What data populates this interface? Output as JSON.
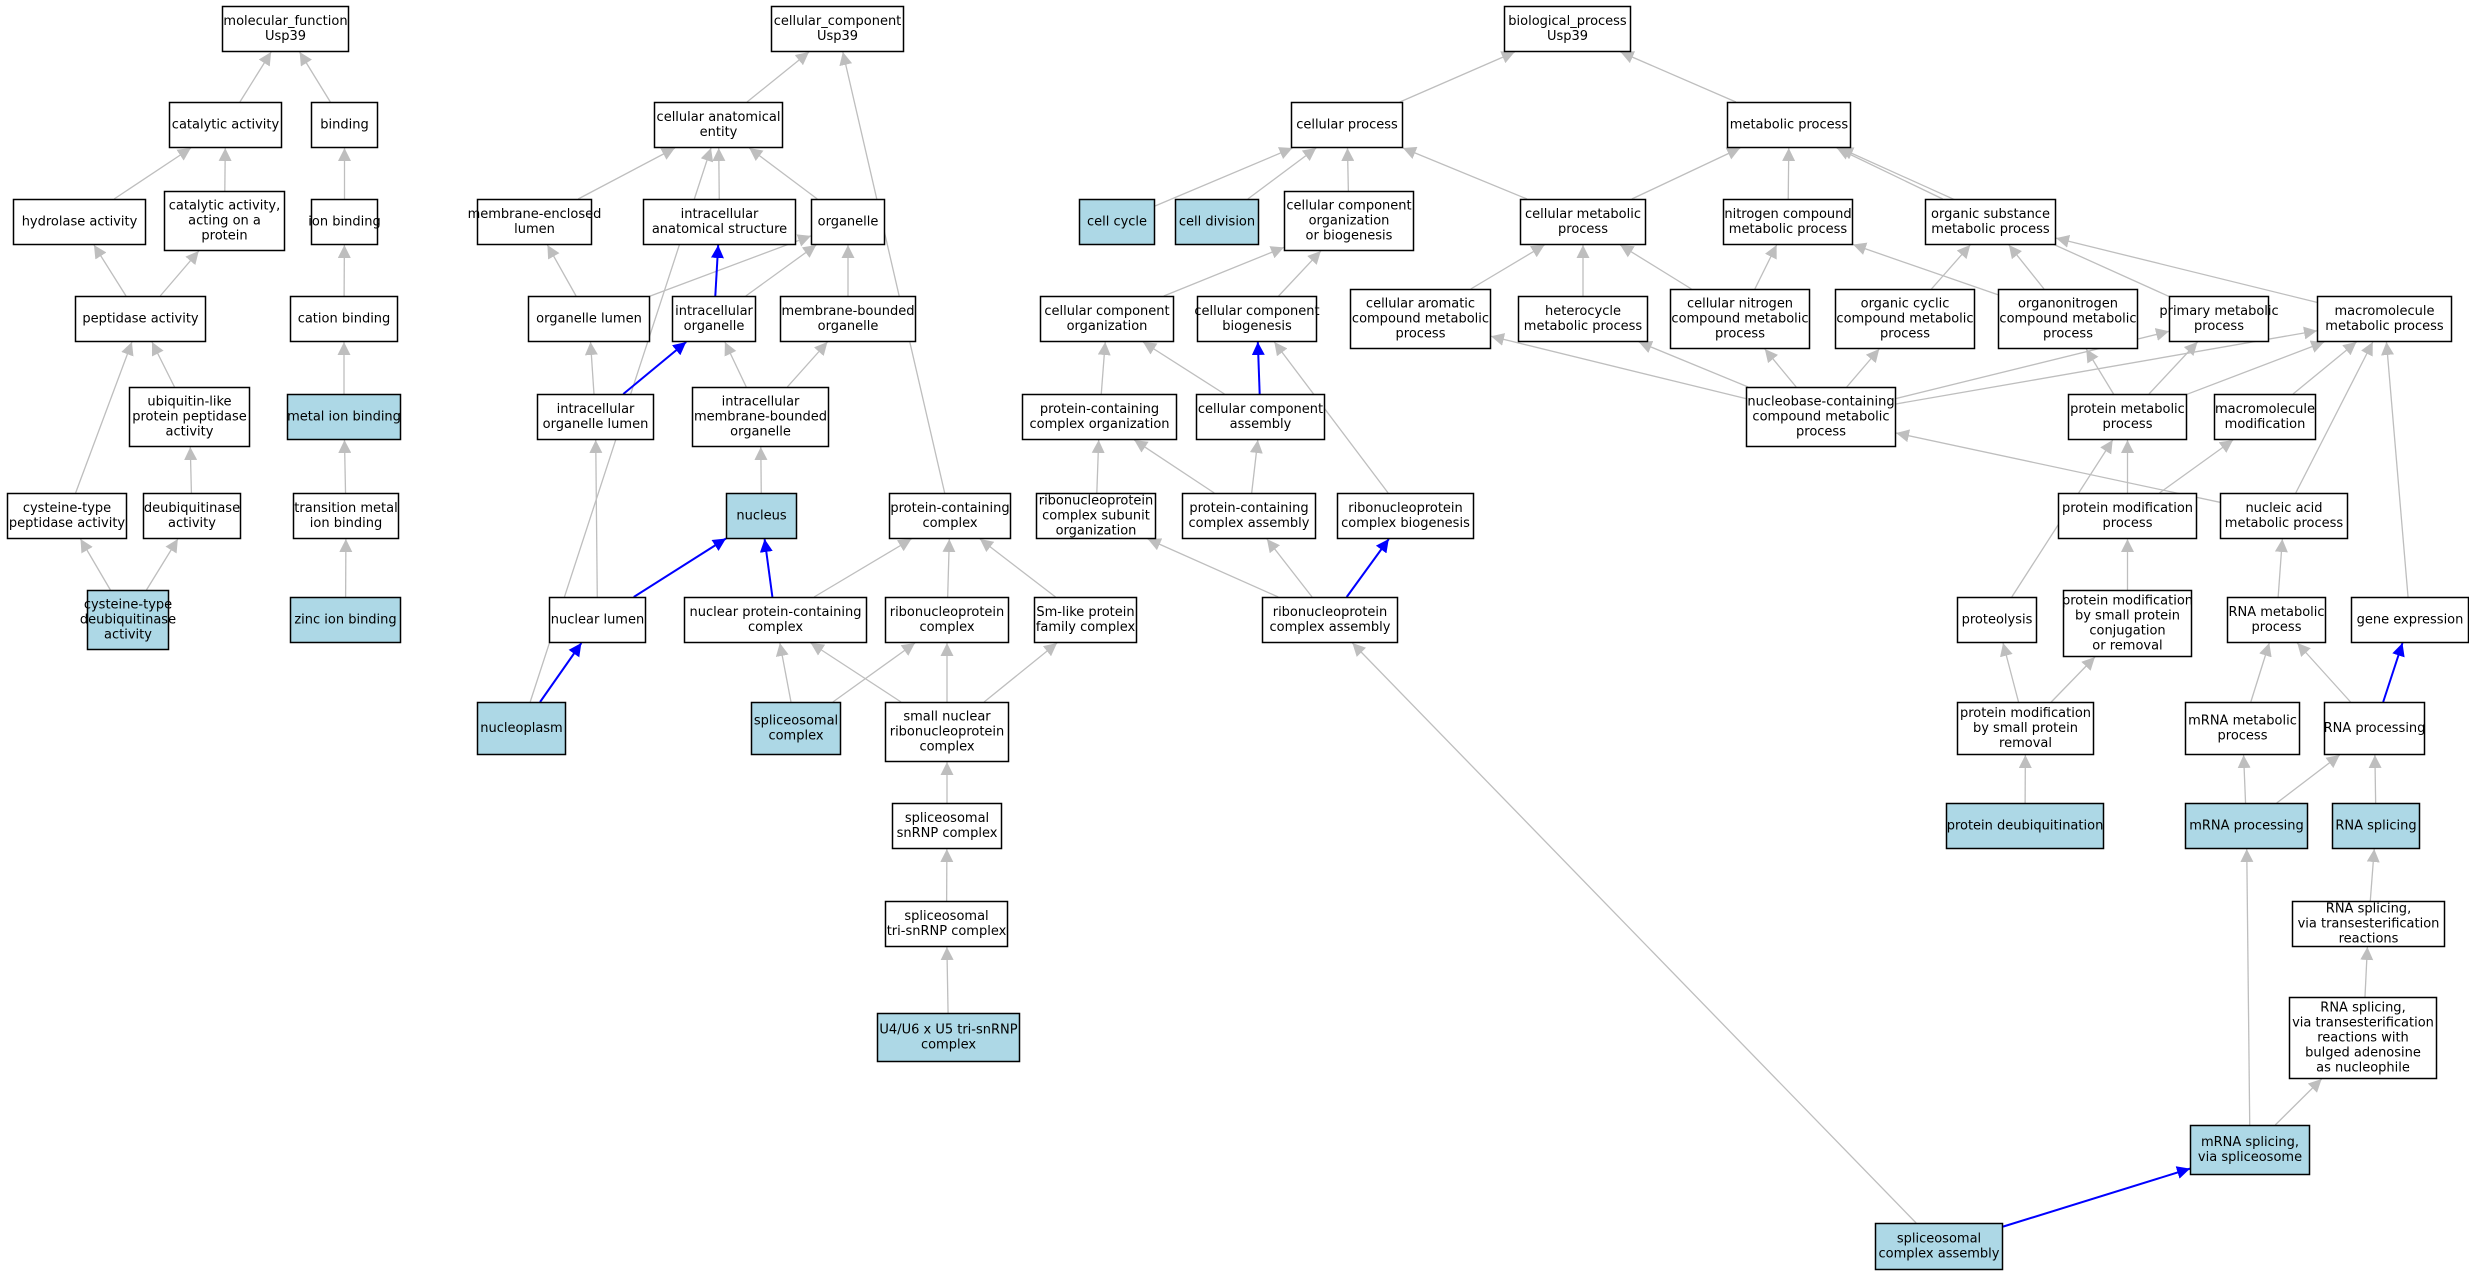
{
  "colors": {
    "highlight": "#add8e6",
    "plain": "#ffffff",
    "edge": "#bebebe",
    "edge_strong": "#0000ff",
    "border": "#000000"
  },
  "nodes": [
    {
      "id": "mf",
      "lines": [
        "molecular_function",
        "Usp39"
      ]
    },
    {
      "id": "cat",
      "lines": [
        "catalytic activity"
      ]
    },
    {
      "id": "bind",
      "lines": [
        "binding"
      ]
    },
    {
      "id": "hydro",
      "lines": [
        "hydrolase activity"
      ]
    },
    {
      "id": "catprot",
      "lines": [
        "catalytic activity,",
        "acting on a",
        "protein"
      ]
    },
    {
      "id": "ionbind",
      "lines": [
        "ion binding"
      ]
    },
    {
      "id": "pept",
      "lines": [
        "peptidase activity"
      ]
    },
    {
      "id": "cation",
      "lines": [
        "cation binding"
      ]
    },
    {
      "id": "ubl",
      "lines": [
        "ubiquitin-like",
        "protein peptidase",
        "activity"
      ]
    },
    {
      "id": "metal",
      "lines": [
        "metal ion binding"
      ],
      "hl": true
    },
    {
      "id": "cyspep",
      "lines": [
        "cysteine-type",
        "peptidase activity"
      ]
    },
    {
      "id": "deub",
      "lines": [
        "deubiquitinase",
        "activity"
      ]
    },
    {
      "id": "transmetal",
      "lines": [
        "transition metal",
        "ion binding"
      ]
    },
    {
      "id": "cysdeub",
      "lines": [
        "cysteine-type",
        "deubiquitinase",
        "activity"
      ],
      "hl": true
    },
    {
      "id": "zinc",
      "lines": [
        "zinc ion binding"
      ],
      "hl": true
    },
    {
      "id": "cc",
      "lines": [
        "cellular_component",
        "Usp39"
      ]
    },
    {
      "id": "cae",
      "lines": [
        "cellular anatomical",
        "entity"
      ]
    },
    {
      "id": "memlumen",
      "lines": [
        "membrane-enclosed",
        "lumen"
      ]
    },
    {
      "id": "intraanat",
      "lines": [
        "intracellular",
        "anatomical structure"
      ]
    },
    {
      "id": "organelle",
      "lines": [
        "organelle"
      ]
    },
    {
      "id": "orglumen",
      "lines": [
        "organelle lumen"
      ]
    },
    {
      "id": "intraorg",
      "lines": [
        "intracellular",
        "organelle"
      ]
    },
    {
      "id": "membound",
      "lines": [
        "membrane-bounded",
        "organelle"
      ]
    },
    {
      "id": "intraorglumen",
      "lines": [
        "intracellular",
        "organelle lumen"
      ]
    },
    {
      "id": "intramembound",
      "lines": [
        "intracellular",
        "membrane-bounded",
        "organelle"
      ]
    },
    {
      "id": "nucleus",
      "lines": [
        "nucleus"
      ],
      "hl": true
    },
    {
      "id": "protcomplex",
      "lines": [
        "protein-containing",
        "complex"
      ]
    },
    {
      "id": "nuclumen",
      "lines": [
        "nuclear lumen"
      ]
    },
    {
      "id": "nucprotcomplex",
      "lines": [
        "nuclear protein-containing",
        "complex"
      ]
    },
    {
      "id": "rnpcomplex",
      "lines": [
        "ribonucleoprotein",
        "complex"
      ]
    },
    {
      "id": "smlike",
      "lines": [
        "Sm-like protein",
        "family complex"
      ]
    },
    {
      "id": "nucleoplasm",
      "lines": [
        "nucleoplasm"
      ],
      "hl": true
    },
    {
      "id": "spliceo",
      "lines": [
        "spliceosomal",
        "complex"
      ],
      "hl": true
    },
    {
      "id": "snrnp",
      "lines": [
        "small nuclear",
        "ribonucleoprotein",
        "complex"
      ]
    },
    {
      "id": "spsnrnp",
      "lines": [
        "spliceosomal",
        "snRNP complex"
      ]
    },
    {
      "id": "trisnrnp",
      "lines": [
        "spliceosomal",
        "tri-snRNP complex"
      ]
    },
    {
      "id": "u4u6",
      "lines": [
        "U4/U6 x U5 tri-snRNP",
        "complex"
      ],
      "hl": true
    },
    {
      "id": "bp",
      "lines": [
        "biological_process",
        "Usp39"
      ]
    },
    {
      "id": "cellproc",
      "lines": [
        "cellular process"
      ]
    },
    {
      "id": "metproc",
      "lines": [
        "metabolic process"
      ]
    },
    {
      "id": "cellcycle",
      "lines": [
        "cell cycle"
      ],
      "hl": true
    },
    {
      "id": "celldiv",
      "lines": [
        "cell division"
      ],
      "hl": true
    },
    {
      "id": "ccob",
      "lines": [
        "cellular component",
        "organization",
        "or biogenesis"
      ]
    },
    {
      "id": "cellmet",
      "lines": [
        "cellular metabolic",
        "process"
      ]
    },
    {
      "id": "nitro",
      "lines": [
        "nitrogen compound",
        "metabolic process"
      ]
    },
    {
      "id": "orgsub",
      "lines": [
        "organic substance",
        "metabolic process"
      ]
    },
    {
      "id": "ccorg",
      "lines": [
        "cellular component",
        "organization"
      ]
    },
    {
      "id": "ccbio",
      "lines": [
        "cellular component",
        "biogenesis"
      ]
    },
    {
      "id": "cellarom",
      "lines": [
        "cellular aromatic",
        "compound metabolic",
        "process"
      ]
    },
    {
      "id": "hetero",
      "lines": [
        "heterocycle",
        "metabolic process"
      ]
    },
    {
      "id": "cellnitro",
      "lines": [
        "cellular nitrogen",
        "compound metabolic",
        "process"
      ]
    },
    {
      "id": "orgcyc",
      "lines": [
        "organic cyclic",
        "compound metabolic",
        "process"
      ]
    },
    {
      "id": "organonitro",
      "lines": [
        "organonitrogen",
        "compound metabolic",
        "process"
      ]
    },
    {
      "id": "primary",
      "lines": [
        "primary metabolic",
        "process"
      ]
    },
    {
      "id": "macromet",
      "lines": [
        "macromolecule",
        "metabolic process"
      ]
    },
    {
      "id": "pcco",
      "lines": [
        "protein-containing",
        "complex organization"
      ]
    },
    {
      "id": "ccasm",
      "lines": [
        "cellular component",
        "assembly"
      ]
    },
    {
      "id": "nucleobase",
      "lines": [
        "nucleobase-containing",
        "compound metabolic",
        "process"
      ]
    },
    {
      "id": "protmet",
      "lines": [
        "protein metabolic",
        "process"
      ]
    },
    {
      "id": "macromod",
      "lines": [
        "macromolecule",
        "modification"
      ]
    },
    {
      "id": "rnpsub",
      "lines": [
        "ribonucleoprotein",
        "complex subunit",
        "organization"
      ]
    },
    {
      "id": "pcasm",
      "lines": [
        "protein-containing",
        "complex assembly"
      ]
    },
    {
      "id": "rnpbio",
      "lines": [
        "ribonucleoprotein",
        "complex biogenesis"
      ]
    },
    {
      "id": "protmod",
      "lines": [
        "protein modification",
        "process"
      ]
    },
    {
      "id": "nucacid",
      "lines": [
        "nucleic acid",
        "metabolic process"
      ]
    },
    {
      "id": "rnpasm",
      "lines": [
        "ribonucleoprotein",
        "complex assembly"
      ]
    },
    {
      "id": "proteolysis",
      "lines": [
        "proteolysis"
      ]
    },
    {
      "id": "pmsmall",
      "lines": [
        "protein modification",
        "by small protein",
        "conjugation",
        "or removal"
      ]
    },
    {
      "id": "rnamet",
      "lines": [
        "RNA metabolic",
        "process"
      ]
    },
    {
      "id": "geneexp",
      "lines": [
        "gene expression"
      ]
    },
    {
      "id": "pmsmallrem",
      "lines": [
        "protein modification",
        "by small protein",
        "removal"
      ]
    },
    {
      "id": "mrnamet",
      "lines": [
        "mRNA metabolic",
        "process"
      ]
    },
    {
      "id": "rnaproc",
      "lines": [
        "RNA processing"
      ]
    },
    {
      "id": "protdeub",
      "lines": [
        "protein deubiquitination"
      ],
      "hl": true
    },
    {
      "id": "mrnaproc",
      "lines": [
        "mRNA processing"
      ],
      "hl": true
    },
    {
      "id": "rnasplice",
      "lines": [
        "RNA splicing"
      ],
      "hl": true
    },
    {
      "id": "rnaspltrans",
      "lines": [
        "RNA splicing,",
        "via transesterification",
        "reactions"
      ]
    },
    {
      "id": "rnasplbulged",
      "lines": [
        "RNA splicing,",
        "via transesterification",
        "reactions with",
        "bulged adenosine",
        "as nucleophile"
      ]
    },
    {
      "id": "mrnaspl",
      "lines": [
        "mRNA splicing,",
        "via spliceosome"
      ],
      "hl": true
    },
    {
      "id": "spasm",
      "lines": [
        "spliceosomal",
        "complex assembly"
      ],
      "hl": true
    }
  ],
  "edges": [
    [
      "cat",
      "mf"
    ],
    [
      "bind",
      "mf"
    ],
    [
      "hydro",
      "cat"
    ],
    [
      "catprot",
      "cat"
    ],
    [
      "ionbind",
      "bind"
    ],
    [
      "pept",
      "hydro"
    ],
    [
      "pept",
      "catprot"
    ],
    [
      "cation",
      "ionbind"
    ],
    [
      "ubl",
      "pept"
    ],
    [
      "metal",
      "cation"
    ],
    [
      "cyspep",
      "pept"
    ],
    [
      "deub",
      "ubl"
    ],
    [
      "transmetal",
      "metal"
    ],
    [
      "cysdeub",
      "cyspep"
    ],
    [
      "cysdeub",
      "deub"
    ],
    [
      "zinc",
      "transmetal"
    ],
    [
      "cae",
      "cc"
    ],
    [
      "protcomplex",
      "cc"
    ],
    [
      "memlumen",
      "cae"
    ],
    [
      "intraanat",
      "cae"
    ],
    [
      "organelle",
      "cae"
    ],
    [
      "nucleoplasm",
      "cae"
    ],
    [
      "orglumen",
      "memlumen"
    ],
    [
      "orglumen",
      "organelle"
    ],
    [
      "intraorg",
      "intraanat",
      1
    ],
    [
      "intraorg",
      "organelle"
    ],
    [
      "membound",
      "organelle"
    ],
    [
      "intraorglumen",
      "orglumen"
    ],
    [
      "intraorglumen",
      "intraorg",
      1
    ],
    [
      "intramembound",
      "intraorg"
    ],
    [
      "intramembound",
      "membound"
    ],
    [
      "nucleus",
      "intramembound"
    ],
    [
      "nuclumen",
      "intraorglumen"
    ],
    [
      "nuclumen",
      "nucleus",
      1
    ],
    [
      "nucprotcomplex",
      "nucleus",
      1
    ],
    [
      "nucprotcomplex",
      "protcomplex"
    ],
    [
      "rnpcomplex",
      "protcomplex"
    ],
    [
      "smlike",
      "protcomplex"
    ],
    [
      "nucleoplasm",
      "nuclumen",
      1
    ],
    [
      "spliceo",
      "nucprotcomplex"
    ],
    [
      "spliceo",
      "rnpcomplex"
    ],
    [
      "snrnp",
      "nucprotcomplex"
    ],
    [
      "snrnp",
      "rnpcomplex"
    ],
    [
      "snrnp",
      "smlike"
    ],
    [
      "spsnrnp",
      "snrnp"
    ],
    [
      "trisnrnp",
      "spsnrnp"
    ],
    [
      "u4u6",
      "trisnrnp"
    ],
    [
      "cellproc",
      "bp"
    ],
    [
      "metproc",
      "bp"
    ],
    [
      "cellcycle",
      "cellproc"
    ],
    [
      "celldiv",
      "cellproc"
    ],
    [
      "ccob",
      "cellproc"
    ],
    [
      "cellmet",
      "cellproc"
    ],
    [
      "cellmet",
      "metproc"
    ],
    [
      "nitro",
      "metproc"
    ],
    [
      "orgsub",
      "metproc"
    ],
    [
      "primary",
      "metproc"
    ],
    [
      "ccorg",
      "ccob"
    ],
    [
      "ccbio",
      "ccob"
    ],
    [
      "cellarom",
      "cellmet"
    ],
    [
      "hetero",
      "cellmet"
    ],
    [
      "cellnitro",
      "cellmet"
    ],
    [
      "cellnitro",
      "nitro"
    ],
    [
      "organonitro",
      "nitro"
    ],
    [
      "orgcyc",
      "orgsub"
    ],
    [
      "organonitro",
      "orgsub"
    ],
    [
      "macromet",
      "orgsub"
    ],
    [
      "pcco",
      "ccorg"
    ],
    [
      "ccasm",
      "ccorg"
    ],
    [
      "ccasm",
      "ccbio",
      1
    ],
    [
      "rnpbio",
      "ccbio"
    ],
    [
      "nucleobase",
      "cellarom"
    ],
    [
      "nucleobase",
      "hetero"
    ],
    [
      "nucleobase",
      "cellnitro"
    ],
    [
      "nucleobase",
      "orgcyc"
    ],
    [
      "nucleobase",
      "primary"
    ],
    [
      "nucleobase",
      "macromet"
    ],
    [
      "protmet",
      "primary"
    ],
    [
      "protmet",
      "organonitro"
    ],
    [
      "protmet",
      "macromet"
    ],
    [
      "macromod",
      "macromet"
    ],
    [
      "nucacid",
      "macromet"
    ],
    [
      "nucacid",
      "nucleobase"
    ],
    [
      "geneexp",
      "macromet"
    ],
    [
      "rnpsub",
      "pcco"
    ],
    [
      "pcasm",
      "pcco"
    ],
    [
      "pcasm",
      "ccasm"
    ],
    [
      "protmod",
      "protmet"
    ],
    [
      "protmod",
      "macromod"
    ],
    [
      "rnpasm",
      "rnpsub"
    ],
    [
      "rnpasm",
      "pcasm"
    ],
    [
      "rnpasm",
      "rnpbio",
      1
    ],
    [
      "proteolysis",
      "protmet"
    ],
    [
      "pmsmall",
      "protmod"
    ],
    [
      "rnamet",
      "nucacid"
    ],
    [
      "pmsmallrem",
      "proteolysis"
    ],
    [
      "pmsmallrem",
      "pmsmall"
    ],
    [
      "mrnamet",
      "rnamet"
    ],
    [
      "rnaproc",
      "rnamet"
    ],
    [
      "rnaproc",
      "geneexp",
      1
    ],
    [
      "protdeub",
      "pmsmallrem"
    ],
    [
      "mrnaproc",
      "mrnamet"
    ],
    [
      "mrnaproc",
      "rnaproc"
    ],
    [
      "rnasplice",
      "rnaproc"
    ],
    [
      "rnaspltrans",
      "rnasplice"
    ],
    [
      "rnasplbulged",
      "rnaspltrans"
    ],
    [
      "mrnaspl",
      "mrnaproc"
    ],
    [
      "mrnaspl",
      "rnasplbulged"
    ],
    [
      "spasm",
      "rnpasm"
    ],
    [
      "spasm",
      "mrnaspl",
      1
    ]
  ]
}
